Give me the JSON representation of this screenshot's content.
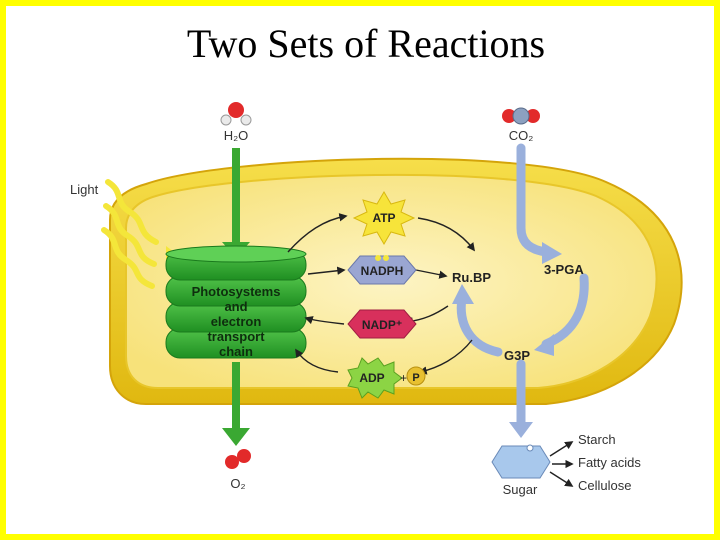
{
  "slide": {
    "title": "Two Sets of Reactions"
  },
  "diagram": {
    "inputs": {
      "water": "H₂O",
      "carbon_dioxide": "CO₂"
    },
    "light_label": "Light",
    "photosystems_lines": [
      "Photosystems",
      "and",
      "electron",
      "transport",
      "chain"
    ],
    "carriers": {
      "atp": "ATP",
      "nadph": "NADPH",
      "nadp_plus": "NADP⁺",
      "adp": "ADP",
      "plus": "+",
      "phosphate": "P"
    },
    "calvin_cycle": {
      "rubp": "Ru.BP",
      "pga": "3-PGA",
      "g3p": "G3P"
    },
    "outputs": {
      "oxygen": "O₂",
      "sugar": "Sugar",
      "products": [
        "Starch",
        "Fatty acids",
        "Cellulose"
      ]
    },
    "colors": {
      "border": "#ffff00",
      "chloroplast_outer": "#f2d21a",
      "stroma": "#fbeea0",
      "stack_green": "#34b234",
      "flow_green": "#3aa832",
      "calvin_blue": "#9ab0dc",
      "atp_star": "#f7e43a",
      "nadph": "#9aa6d2",
      "nadp": "#d8305c",
      "adp": "#8cd444",
      "phosphate": "#e8c030",
      "sugar": "#a8c8ec"
    }
  }
}
